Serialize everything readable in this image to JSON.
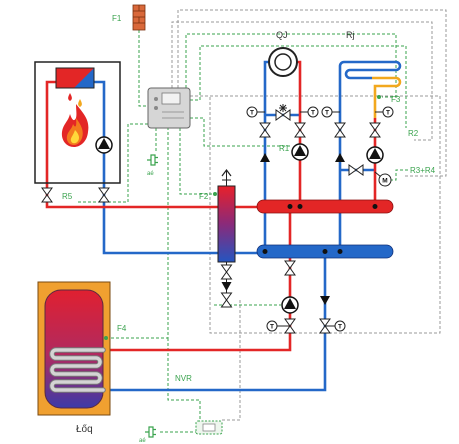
{
  "labels": {
    "f1": "F1",
    "qj": "QJ",
    "rj": "Rj",
    "f3": "F3",
    "r1": "R1",
    "r2": "R2",
    "r3_r4": "R3+R4",
    "r5": "R5",
    "f2": "F2",
    "f4": "F4",
    "nvr": "NVR",
    "tank": "Łőq",
    "plug_upper": "aé",
    "plug_lower": "aé"
  },
  "symbols": {
    "sensor": "T",
    "motor": "M"
  },
  "colors": {
    "supply": "#e32626",
    "return": "#2468c8",
    "signal": "#3aa34e",
    "control": "#9a9a9a",
    "tank_shell": "#f0a030",
    "coil_warm": "#f2a81e"
  },
  "icons": {
    "boiler": "boiler-icon",
    "flame": "flame-icon",
    "pump": "pump-icon",
    "valve": "ball-valve-icon",
    "check_valve": "check-valve-icon",
    "sensor": "temperature-sensor-icon",
    "controller": "controller-icon",
    "outdoor_sensor": "outdoor-sensor-icon",
    "plug": "plug-icon",
    "separator": "hydraulic-separator-icon",
    "tank": "hot-water-tank-icon"
  }
}
